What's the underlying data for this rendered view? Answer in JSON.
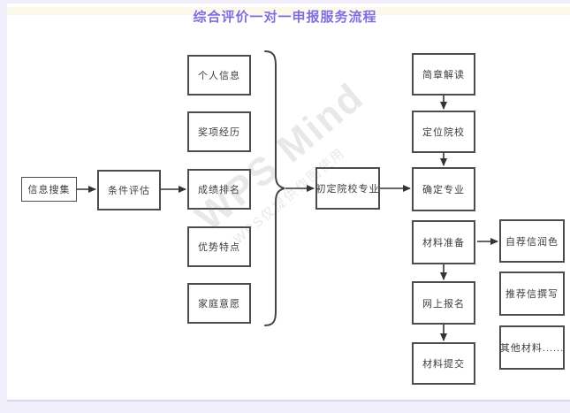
{
  "page": {
    "title": "综合评价一对一申报服务流程",
    "title_color": "#7e6fe0",
    "watermark": {
      "line1": "WPS Mind",
      "line2": "WPS仅提供作图使用"
    }
  },
  "nodes": {
    "info_collect": "信息搜集",
    "condition_eval": "条件评估",
    "personal_info": "个人信息",
    "award_exp": "奖项经历",
    "grade_rank": "成绩排名",
    "strengths": "优势特点",
    "family_wish": "家庭意愿",
    "initial_school_major": "初定院校专业",
    "brochure_read": "简章解读",
    "position_school": "定位院校",
    "confirm_major": "确定专业",
    "material_prep": "材料准备",
    "online_register": "网上报名",
    "material_submit": "材料提交",
    "self_letter_polish": "自荐信润色",
    "recommend_letter": "推荐信撰写",
    "other_materials": "其他材料......"
  },
  "edges": [
    {
      "from": "信息搜集",
      "to": "条件评估"
    },
    {
      "from": "条件评估",
      "to": "成绩排名"
    },
    {
      "from": "个人信息/奖项经历/成绩排名/优势特点/家庭意愿 (brace)",
      "to": "初定院校专业"
    },
    {
      "from": "初定院校专业",
      "to": "确定专业"
    },
    {
      "from": "简章解读",
      "to": "定位院校"
    },
    {
      "from": "定位院校",
      "to": "确定专业"
    },
    {
      "from": "材料准备",
      "to": "网上报名"
    },
    {
      "from": "材料准备",
      "to": "自荐信润色"
    },
    {
      "from": "网上报名",
      "to": "材料提交"
    }
  ],
  "colors": {
    "node_border": "#4c4c4c",
    "arrow": "#333333",
    "page_margin": "#f1effb"
  }
}
